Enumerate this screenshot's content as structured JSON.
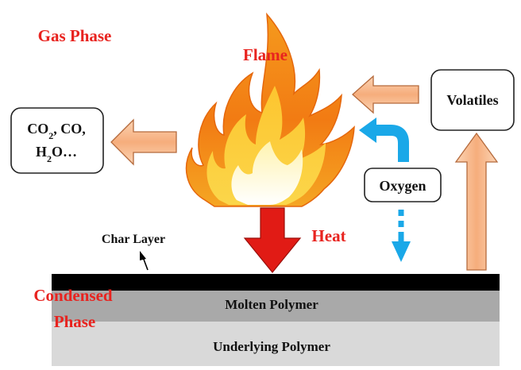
{
  "labels": {
    "gas_phase": "Gas Phase",
    "flame": "Flame",
    "volatiles": "Volatiles",
    "oxygen": "Oxygen",
    "heat": "Heat",
    "char_layer": "Char Layer",
    "condensed_line1": "Condensed",
    "condensed_line2": "Phase",
    "molten_polymer": "Molten Polymer",
    "underlying_polymer": "Underlying Polymer"
  },
  "products_box": {
    "line1": "CO2, CO,",
    "line2": "H2O…"
  },
  "colors": {
    "red_text": "#e8231f",
    "peach_arrow_fill": "#f7b98e",
    "peach_arrow_stroke": "#b56a3c",
    "oxygen_arrow": "#1aa8e8",
    "heat_arrow": "#e11b15",
    "char_layer": "#000000",
    "molten_layer": "#a9a9a9",
    "underlying_layer": "#d9d9d9"
  }
}
